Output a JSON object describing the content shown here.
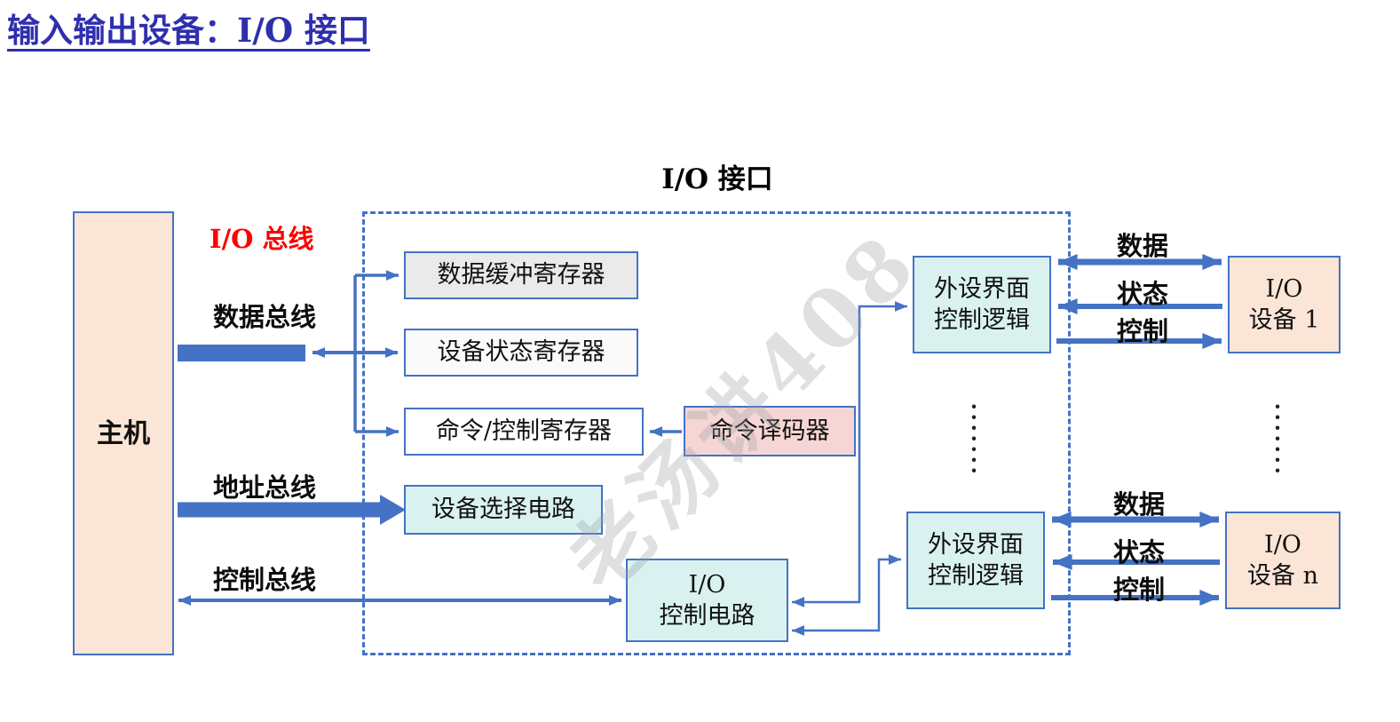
{
  "page": {
    "title": "输入输出设备：I/O 接口"
  },
  "diagram": {
    "heading": "I/O 接口",
    "watermark": "老汤讲408",
    "host_label": "主机",
    "buses": {
      "io_bus": "I/O 总线",
      "data_bus": "数据总线",
      "address_bus": "地址总线",
      "control_bus": "控制总线"
    },
    "blocks": {
      "data_buffer_register": "数据缓冲寄存器",
      "device_status_register": "设备状态寄存器",
      "command_control_register": "命令/控制寄存器",
      "command_decoder": "命令译码器",
      "device_select_circuit": "设备选择电路",
      "io_control_circuit": {
        "line1": "I/O",
        "line2": "控制电路"
      },
      "peripheral_logic_top": {
        "line1": "外设界面",
        "line2": "控制逻辑"
      },
      "peripheral_logic_bottom": {
        "line1": "外设界面",
        "line2": "控制逻辑"
      },
      "io_device_1": {
        "line1": "I/O",
        "line2": "设备 1"
      },
      "io_device_n": {
        "line1": "I/O",
        "line2": "设备 n"
      }
    },
    "signals_top": {
      "data": "数据",
      "status": "状态",
      "control": "控制"
    },
    "signals_bottom": {
      "data": "数据",
      "status": "状态",
      "control": "控制"
    },
    "ellipsis": "·\n·\n·\n·\n·\n·\n·",
    "colors": {
      "accent_blue": "#4472c4",
      "title_blue": "#2f2fae",
      "io_bus_red": "#fe0000",
      "host_fill": "#fbe5d6",
      "device_fill": "#fbe5d6",
      "register_gray_fill": "#eaeaea",
      "decoder_pink_fill": "#f6d6d4",
      "logic_cyan_fill": "#d9f2f0"
    }
  }
}
